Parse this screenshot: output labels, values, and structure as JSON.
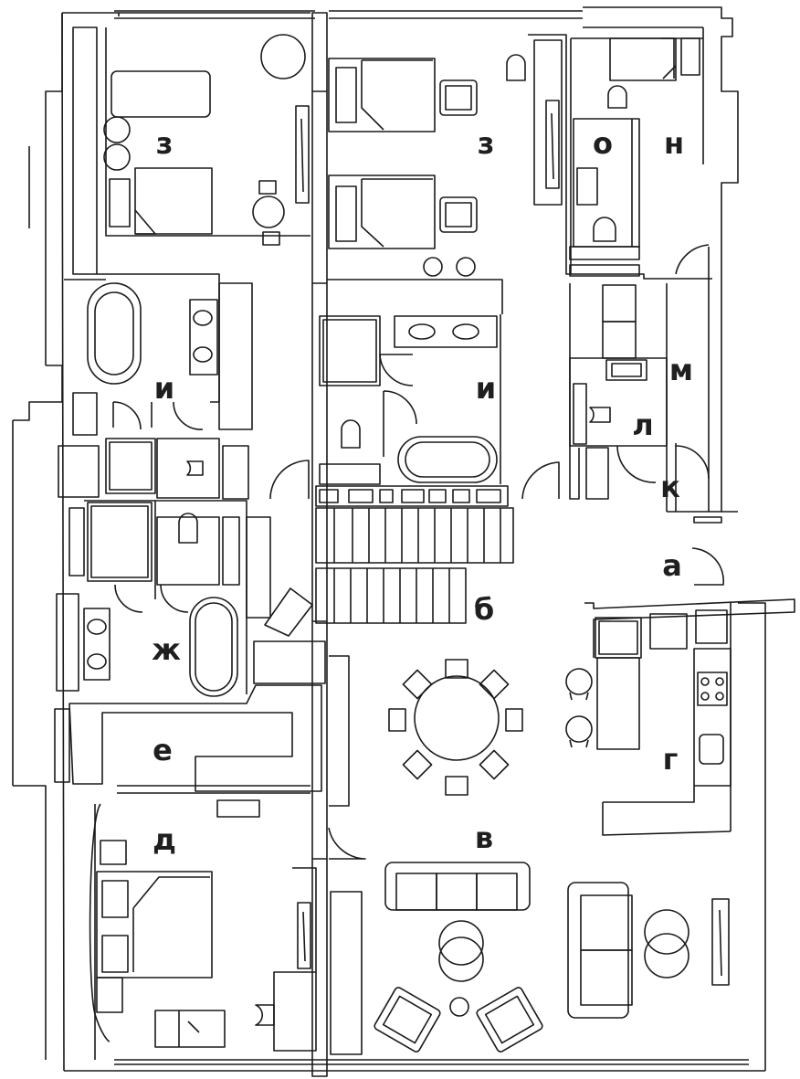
{
  "colors": {
    "line": "#1a1a1a",
    "background": "#ffffff",
    "label": "#1f1f1f"
  },
  "rooms": [
    {
      "id": "z1",
      "label": "з"
    },
    {
      "id": "z2",
      "label": "з"
    },
    {
      "id": "o",
      "label": "о"
    },
    {
      "id": "n",
      "label": "н"
    },
    {
      "id": "i1",
      "label": "и"
    },
    {
      "id": "i2",
      "label": "и"
    },
    {
      "id": "m",
      "label": "м"
    },
    {
      "id": "l",
      "label": "л"
    },
    {
      "id": "k",
      "label": "к"
    },
    {
      "id": "a",
      "label": "а"
    },
    {
      "id": "b",
      "label": "б"
    },
    {
      "id": "zh",
      "label": "ж"
    },
    {
      "id": "e",
      "label": "е"
    },
    {
      "id": "g",
      "label": "г"
    },
    {
      "id": "d",
      "label": "д"
    },
    {
      "id": "v",
      "label": "в"
    }
  ]
}
